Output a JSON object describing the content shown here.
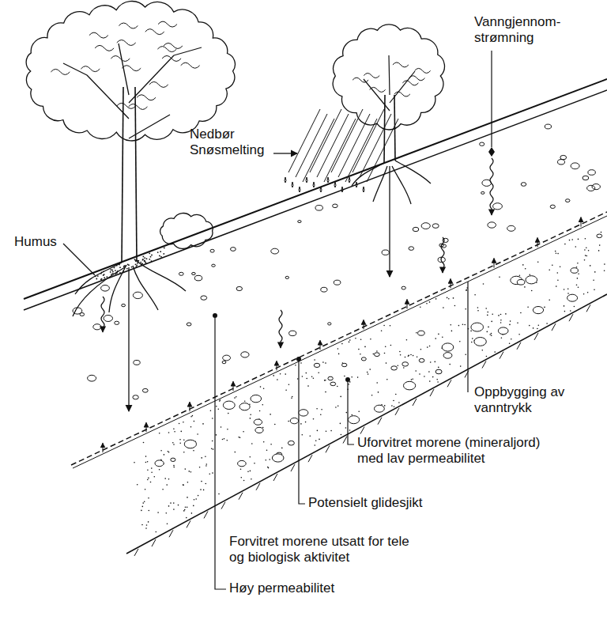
{
  "diagram": {
    "labels": [
      "Nedbør Snøsmelting",
      "Vanngjennom- strømning",
      "Humus",
      "Oppbygging av vanntrykk",
      "Uforvitret morene (mineraljord) med lav permeabilitet",
      "Potensielt glidesjikt",
      "Forvitret morene utsatt for tele og biologisk aktivitet",
      "Høy permeabilitet"
    ]
  }
}
